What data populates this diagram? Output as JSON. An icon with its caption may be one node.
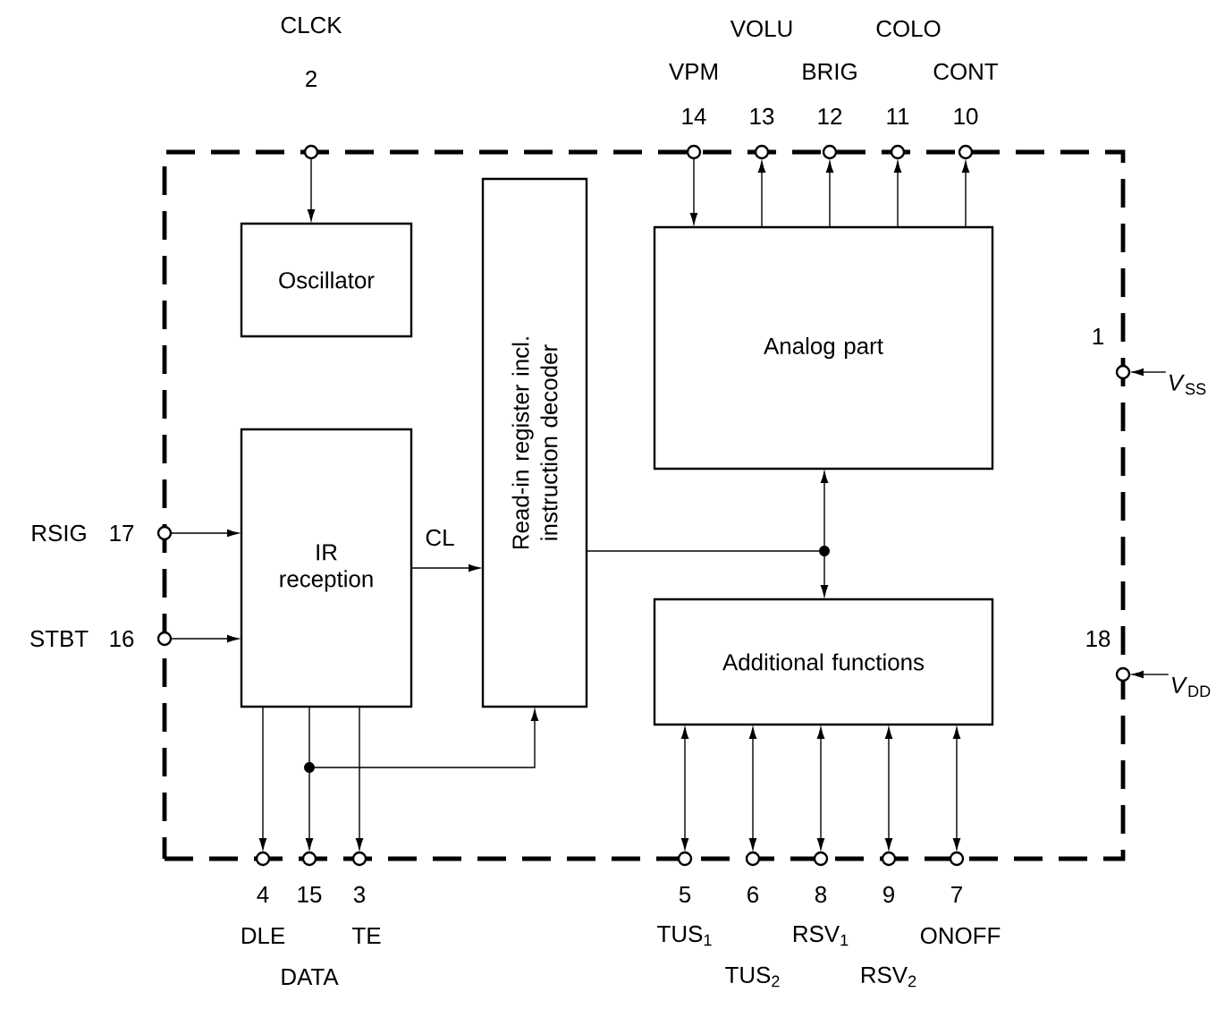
{
  "diagram": {
    "nodes": [
      {
        "text": [],
        "shape": "box"
      },
      {
        "text": [
          "Oscillator"
        ],
        "in": 0
      },
      {
        "text": [
          "IR reception"
        ],
        "in": 0
      },
      {
        "text": [
          "Read-in register incl. instruction decoder"
        ],
        "in": 0
      },
      {
        "text": [
          "Analog part"
        ],
        "in": 0
      },
      {
        "text": [
          "Additional functions"
        ],
        "in": 0
      },
      {
        "text": [
          "2"
        ]
      },
      {
        "text": [
          "14"
        ],
        "beside": [
          "VPM"
        ]
      },
      {
        "text": [
          "13"
        ]
      },
      {
        "text": [
          "12"
        ],
        "beside": [
          "BRIG"
        ]
      },
      {
        "text": [
          "11"
        ]
      },
      {
        "text": [
          "10"
        ],
        "beside": [
          "CONT"
        ]
      },
      {
        "text": [
          "1"
        ]
      },
      {
        "text": [
          "17"
        ],
        "beside": [
          "RSIG"
        ]
      },
      {
        "text": [
          "16"
        ],
        "beside": [
          "STBT"
        ]
      },
      {
        "text": [
          "18"
        ]
      },
      {
        "text": [
          "4"
        ],
        "beside": [
          "DLE"
        ]
      },
      {
        "text": [
          "15"
        ]
      },
      {
        "text": [
          "3"
        ],
        "beside": [
          "TE"
        ]
      },
      {
        "text": [
          "5"
        ],
        "beside": [
          "TUS$_{1}$"
        ]
      },
      {
        "text": [
          "6"
        ]
      },
      {
        "text": [
          "8"
        ],
        "beside": [
          "RSV$_{1}$"
        ]
      },
      {
        "text": [
          "9"
        ]
      },
      {
        "text": [
          "7"
        ],
        "beside": [
          "ONOFF"
        ]
      },
      {
        "text": [],
        "shape": "circle",
        "in": 0
      },
      {
        "text": [],
        "shape": "circle",
        "in": 0
      },
      {
        "text": [
          "*V*$_{SS}$"
        ]
      },
      {
        "text": [
          "*V*$_{DD}$"
        ]
      }
    ],
    "edges": [
      {
        "from": 6,
        "to": 1,
        "arrow": "to"
      },
      {
        "from": 7,
        "to": 4,
        "arrow": "to"
      },
      {
        "from": 4,
        "to": 8,
        "arrow": "to"
      },
      {
        "from": 4,
        "to": 9,
        "arrow": "to"
      },
      {
        "from": 4,
        "to": 10,
        "arrow": "to"
      },
      {
        "from": 4,
        "to": 11,
        "arrow": "to"
      },
      {
        "from": 26,
        "to": 12,
        "arrow": "to"
      },
      {
        "from": 13,
        "to": 2,
        "arrow": "to"
      },
      {
        "from": 14,
        "to": 2,
        "arrow": "to"
      },
      {
        "from": 2,
        "to": 3,
        "arrow": "to",
        "label": "CL"
      },
      {
        "from": 3,
        "to": 25,
        "arrow": "none"
      },
      {
        "from": 25,
        "to": 4,
        "arrow": "to"
      },
      {
        "from": 25,
        "to": 5,
        "arrow": "to"
      },
      {
        "from": 27,
        "to": 15,
        "arrow": "to"
      },
      {
        "from": 2,
        "to": 16,
        "arrow": "to"
      },
      {
        "from": 2,
        "to": 24,
        "arrow": "none"
      },
      {
        "from": 24,
        "to": 17,
        "arrow": "to"
      },
      {
        "from": 24,
        "to": 3,
        "arrow": "to"
      },
      {
        "from": 2,
        "to": 18,
        "arrow": "to"
      },
      {
        "from": 5,
        "to": 19,
        "arrow": "both"
      },
      {
        "from": 5,
        "to": 20,
        "arrow": "both"
      },
      {
        "from": 5,
        "to": 21,
        "arrow": "both"
      },
      {
        "from": 5,
        "to": 22,
        "arrow": "both"
      },
      {
        "from": 5,
        "to": 23,
        "arrow": "both"
      }
    ],
    "labels": [
      "CLCK",
      "VOLU",
      "COLO",
      "DATA",
      "TUS$_{2}$",
      "RSV$_{2}$"
    ]
  }
}
